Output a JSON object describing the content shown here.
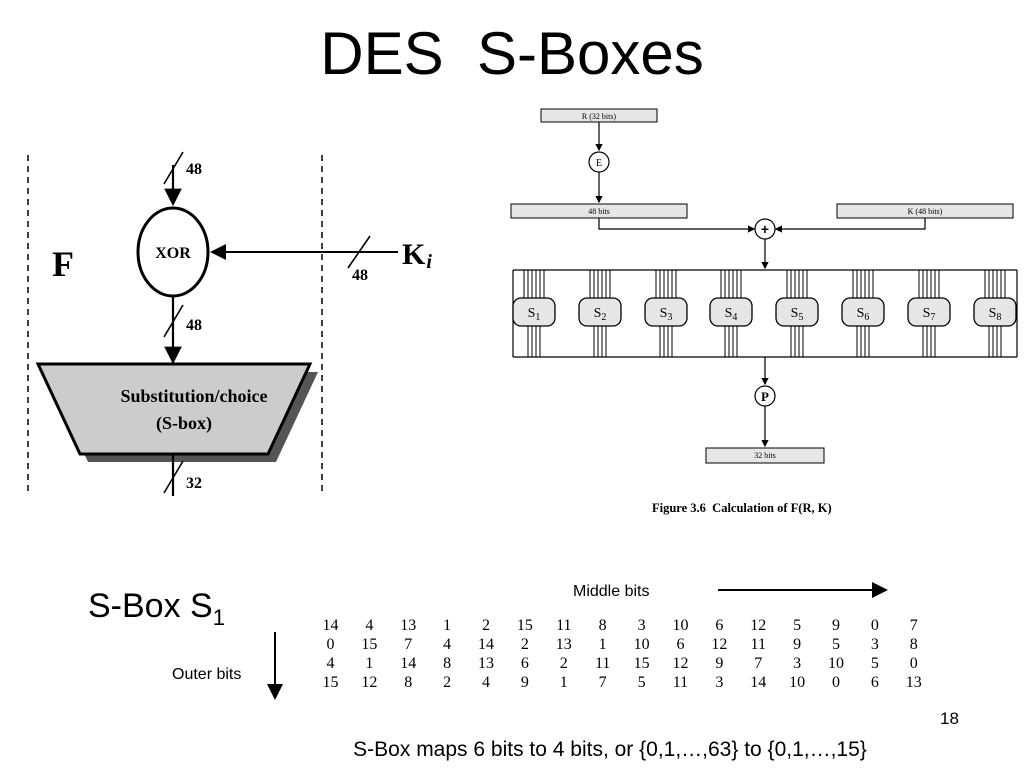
{
  "title": "DES  S-Boxes",
  "f_diagram": {
    "f_label": "F",
    "xor_label": "XOR",
    "bits_top": "48",
    "bits_key": "48",
    "bits_after_xor": "48",
    "bits_bottom": "32",
    "key_label": "K",
    "key_subscript": "i",
    "sbox_line1": "Substitution/choice",
    "sbox_line2": "(S-box)"
  },
  "figure": {
    "r_box": "R (32 bits)",
    "e_label": "E",
    "bits48_box": "48 bits",
    "k_box": "K (48 bits)",
    "plus_label": "+",
    "sboxes": [
      "1",
      "2",
      "3",
      "4",
      "5",
      "6",
      "7",
      "8"
    ],
    "s_prefix": "S",
    "p_label": "P",
    "bits32_box": "32 bits",
    "caption": "Figure 3.6  Calculation of F(R, K)"
  },
  "sbox_section": {
    "heading": "S-Box S",
    "heading_subscript": "1",
    "middle_bits_label": "Middle bits",
    "outer_bits_label": "Outer bits",
    "table": [
      [
        "14",
        "4",
        "13",
        "1",
        "2",
        "15",
        "11",
        "8",
        "3",
        "10",
        "6",
        "12",
        "5",
        "9",
        "0",
        "7"
      ],
      [
        "0",
        "15",
        "7",
        "4",
        "14",
        "2",
        "13",
        "1",
        "10",
        "6",
        "12",
        "11",
        "9",
        "5",
        "3",
        "8"
      ],
      [
        "4",
        "1",
        "14",
        "8",
        "13",
        "6",
        "2",
        "11",
        "15",
        "12",
        "9",
        "7",
        "3",
        "10",
        "5",
        "0"
      ],
      [
        "15",
        "12",
        "8",
        "2",
        "4",
        "9",
        "1",
        "7",
        "5",
        "11",
        "3",
        "14",
        "10",
        "0",
        "6",
        "13"
      ]
    ]
  },
  "slide_number": "18",
  "footer": "S-Box maps 6 bits to 4 bits, or {0,1,…,63} to {0,1,…,15}",
  "colors": {
    "trapezoid_fill": "#cccccc",
    "box_fill": "#e6e6e6",
    "ink": "#000000"
  }
}
